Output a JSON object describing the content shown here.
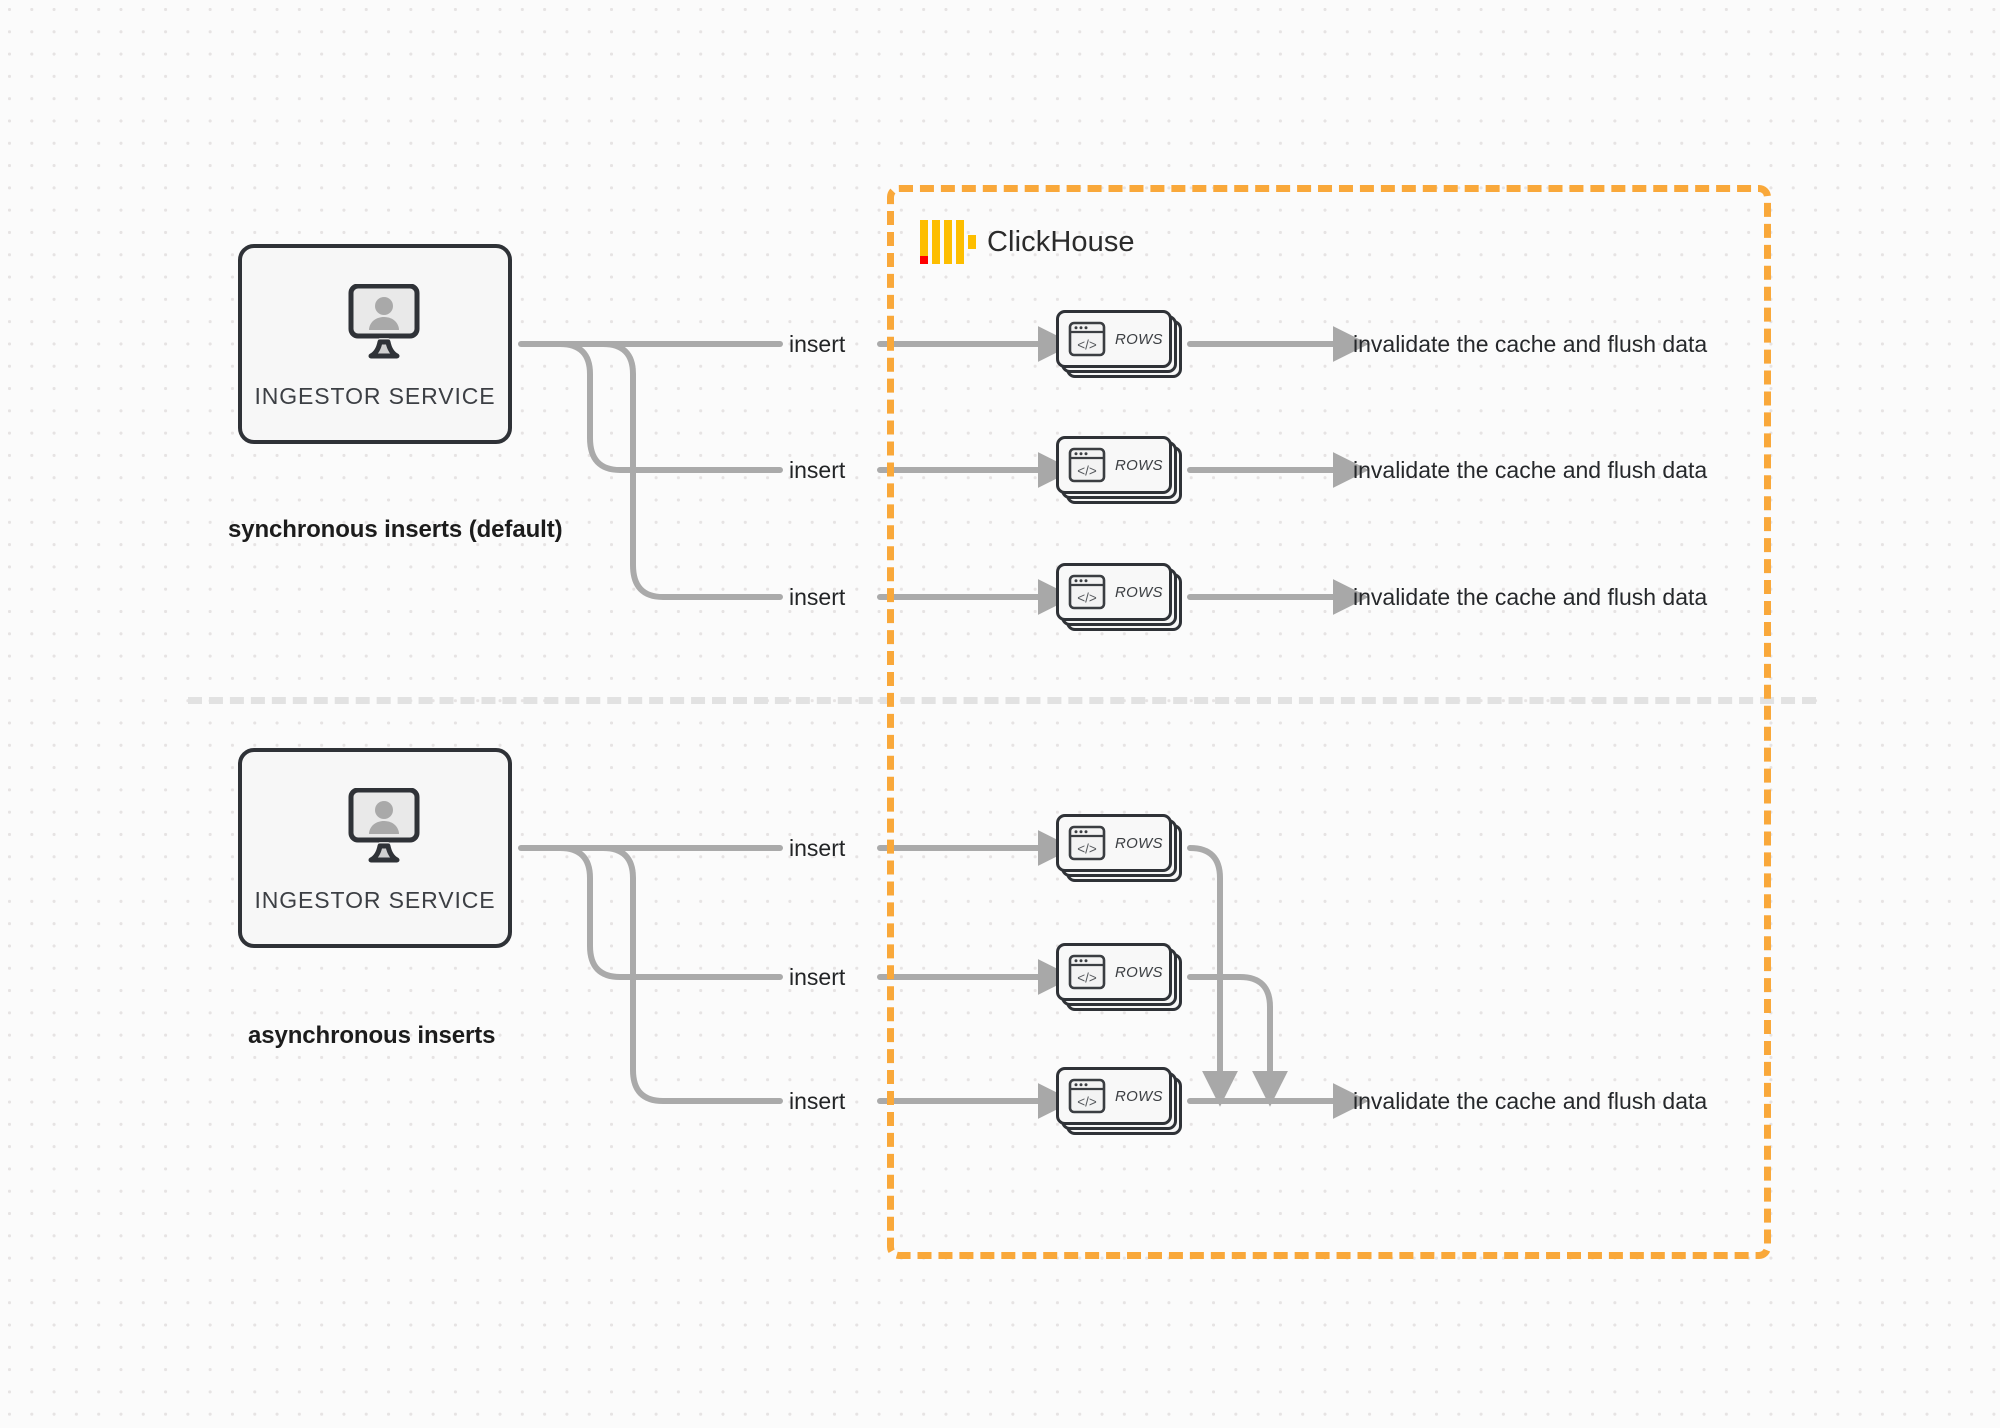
{
  "diagram": {
    "title": "ClickHouse synchronous vs asynchronous inserts",
    "background": "#fbfbfb",
    "accent_color": "#f9a83a",
    "wire_color": "#aaaaaa",
    "node_border_color": "#2f3237"
  },
  "clickhouse_region": {
    "brand_name": "ClickHouse",
    "logo_icon": "clickhouse-logo-icon",
    "logo_bar_color": "#fdbe00",
    "logo_dot_color": "#ff0000",
    "border_color": "#f9a83a",
    "border_style": "dashed"
  },
  "sections": [
    {
      "id": "synchronous",
      "caption": "synchronous inserts (default)",
      "service": {
        "label": "INGESTOR SERVICE",
        "icon": "user-monitor-icon"
      },
      "flows": [
        {
          "insert_label": "insert",
          "node": {
            "label": "ROWS",
            "icon": "code-window-icon"
          },
          "result_label": "invalidate the cache and flush data"
        },
        {
          "insert_label": "insert",
          "node": {
            "label": "ROWS",
            "icon": "code-window-icon"
          },
          "result_label": "invalidate the cache and flush data"
        },
        {
          "insert_label": "insert",
          "node": {
            "label": "ROWS",
            "icon": "code-window-icon"
          },
          "result_label": "invalidate the cache and flush data"
        }
      ]
    },
    {
      "id": "asynchronous",
      "caption": "asynchronous inserts",
      "service": {
        "label": "INGESTOR SERVICE",
        "icon": "user-monitor-icon"
      },
      "flows": [
        {
          "insert_label": "insert",
          "node": {
            "label": "ROWS",
            "icon": "code-window-icon"
          },
          "result_label": ""
        },
        {
          "insert_label": "insert",
          "node": {
            "label": "ROWS",
            "icon": "code-window-icon"
          },
          "result_label": ""
        },
        {
          "insert_label": "insert",
          "node": {
            "label": "ROWS",
            "icon": "code-window-icon"
          },
          "result_label": ""
        }
      ],
      "merged_result_label": "invalidate the cache and flush data"
    }
  ]
}
